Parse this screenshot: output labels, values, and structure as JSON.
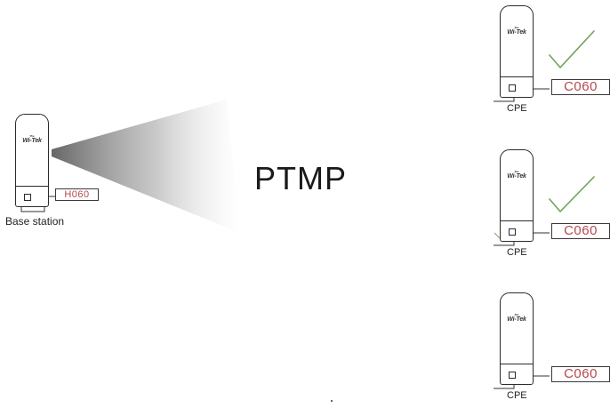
{
  "title": "PTMP",
  "brand": {
    "small": "The",
    "word": "Wi-Tek"
  },
  "base_station": {
    "label": "Base station",
    "code": "H060"
  },
  "cpes": [
    {
      "label": "CPE",
      "code": "C060",
      "status": "connected"
    },
    {
      "label": "CPE",
      "code": "C060",
      "status": "connected"
    },
    {
      "label": "CPE",
      "code": "C060",
      "status": "not-connected"
    }
  ],
  "colors": {
    "code_text": "#b5484a",
    "check": "#6fa35a",
    "beam": "#8a8a8a",
    "outline": "#2b2b2b"
  }
}
